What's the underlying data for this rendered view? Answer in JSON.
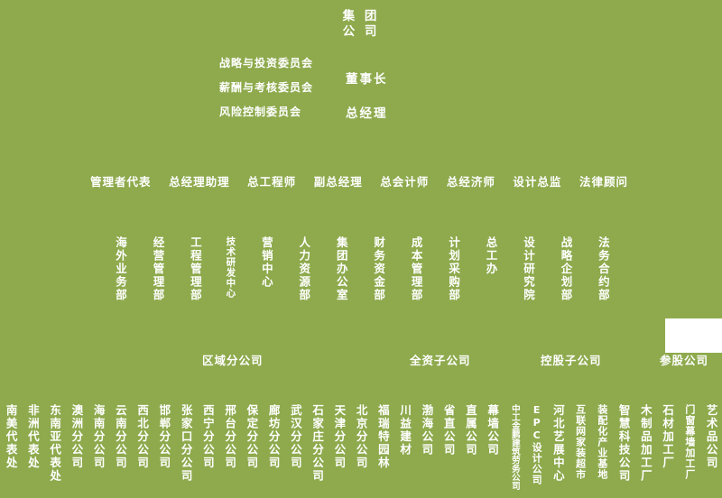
{
  "colors": {
    "background": "#8EAA4D",
    "text": "#FFFFFF",
    "white_patch": "#FFFFFF"
  },
  "root": {
    "line1": "集 团",
    "line2": "公 司"
  },
  "board": {
    "chairman": "董事长",
    "general_manager": "总经理"
  },
  "committees": [
    "战略与投资委员会",
    "薪酬与考核委员会",
    "风险控制委员会"
  ],
  "executives": [
    "管理者代表",
    "总经理助理",
    "总工程师",
    "副总经理",
    "总会计师",
    "总经济师",
    "设计总监",
    "法律顾问"
  ],
  "departments": [
    "海外业务部",
    "经营管理部",
    "工程管理部",
    "技术研发中心",
    "营销中心",
    "人力资源部",
    "集团办公室",
    "财务资金部",
    "成本管理部",
    "计划采购部",
    "总工办",
    "设计研究院",
    "战略企划部",
    "法务合约部"
  ],
  "categories": [
    "区域分公司",
    "全资子公司",
    "控股子公司",
    "参股公司"
  ],
  "companies": [
    "南美代表处",
    "非洲代表处",
    "东南亚代表处",
    "澳洲分公司",
    "海南分公司",
    "云南分公司",
    "西北分公司",
    "邯郸分公司",
    "张家口分公司",
    "西宁分公司",
    "邢台分公司",
    "保定分公司",
    "廊坊分公司",
    "武汉分公司",
    "石家庄分公司",
    "天津分公司",
    "北京分公司",
    "福瑞特园林",
    "川益建材",
    "渤海公司",
    "省直公司",
    "直属公司",
    "幕墙公司",
    "中工金鹏建筑劳务公司",
    "EPC设计公司",
    "河北艺展中心",
    "互联网家装超市",
    "装配化产业基地",
    "智慧科技公司",
    "木制品加工厂",
    "石材加工厂",
    "门窗幕墙加工厂",
    "艺术品公司"
  ]
}
